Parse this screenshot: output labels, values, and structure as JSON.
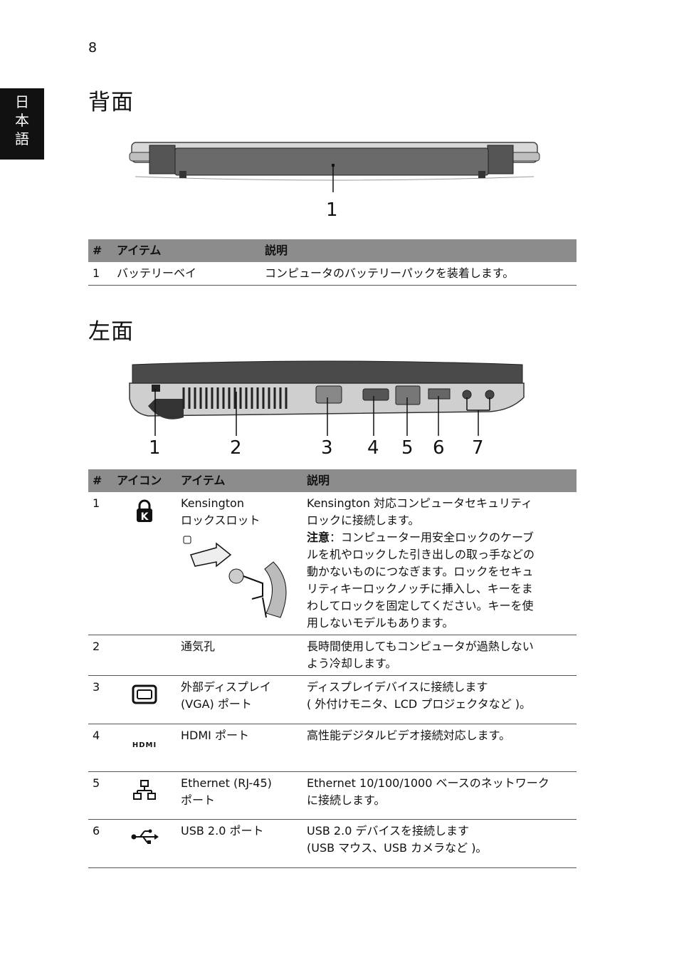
{
  "page_number": "8",
  "language_tab": [
    "日",
    "本",
    "語"
  ],
  "rear": {
    "title": "背面",
    "callouts": [
      "1"
    ],
    "table": {
      "headers": [
        "#",
        "アイテム",
        "説明"
      ],
      "rows": [
        {
          "num": "1",
          "item": "バッテリーベイ",
          "desc": "コンピュータのバッテリーパックを装着します。"
        }
      ]
    }
  },
  "left": {
    "title": "左面",
    "callouts": [
      "1",
      "2",
      "3",
      "4",
      "5",
      "6",
      "7"
    ],
    "table": {
      "headers": [
        "#",
        "アイコン",
        "アイテム",
        "説明"
      ],
      "rows": [
        {
          "num": "1",
          "icon": "kensington-lock-icon",
          "item": [
            "Kensington",
            "ロックスロット"
          ],
          "desc": [
            "Kensington 対応コンピュータセキュリティ",
            "ロックに接続します。"
          ],
          "note_label": "注意",
          "note": [
            "：コンピューター用安全ロックのケーブ",
            "ルを机やロックした引き出しの取っ手などの",
            "動かないものにつなぎます。ロックをセキュ",
            "リティキーロックノッチに挿入し、キーをま",
            "わしてロックを固定してください。キーを使",
            "用しないモデルもあります。"
          ]
        },
        {
          "num": "2",
          "icon": "",
          "item": [
            "通気孔"
          ],
          "desc": [
            "長時間使用してもコンピュータが過熱しない",
            "よう冷却します。"
          ]
        },
        {
          "num": "3",
          "icon": "vga-port-icon",
          "item": [
            "外部ディスプレイ",
            "(VGA) ポート"
          ],
          "desc": [
            "ディスプレイデバイスに接続します",
            "( 外付けモニタ、LCD プロジェクタなど )。"
          ]
        },
        {
          "num": "4",
          "icon": "hdmi-icon",
          "icon_text": "HDMI",
          "item": [
            "HDMI ポート"
          ],
          "desc": [
            "高性能デジタルビデオ接続対応します。"
          ]
        },
        {
          "num": "5",
          "icon": "ethernet-network-icon",
          "item": [
            "Ethernet (RJ-45)",
            "ポート"
          ],
          "desc": [
            "Ethernet 10/100/1000 ベースのネットワーク",
            "に接続します。"
          ]
        },
        {
          "num": "6",
          "icon": "usb-icon",
          "item": [
            "USB 2.0 ポート"
          ],
          "desc": [
            "USB 2.0 デバイスを接続します",
            "(USB マウス、USB カメラなど )。"
          ]
        }
      ]
    }
  }
}
